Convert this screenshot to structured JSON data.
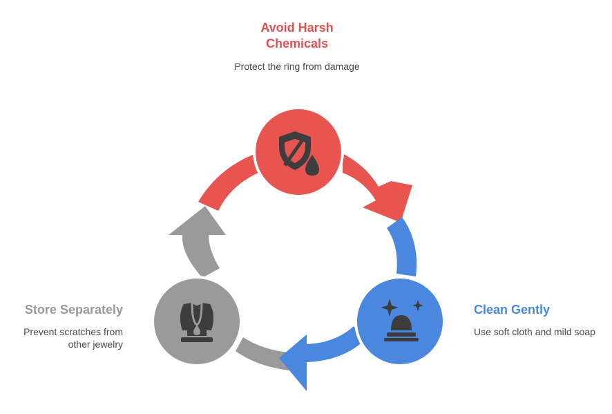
{
  "steps": [
    {
      "id": "avoid",
      "title": "Avoid Harsh Chemicals",
      "description": "Protect the ring from damage",
      "color": "#e85550",
      "icon": "shield-droplet-icon"
    },
    {
      "id": "clean",
      "title": "Clean Gently",
      "description": "Use soft cloth and mild soap",
      "color": "#4a88e0",
      "icon": "sparkle-cleaning-icon"
    },
    {
      "id": "store",
      "title": "Store Separately",
      "description": "Prevent scratches from other jewelry",
      "color": "#9a9a9a",
      "icon": "necklace-display-icon"
    }
  ],
  "colors": {
    "red": "#e85550",
    "blue": "#4a88e0",
    "gray": "#9a9a9a",
    "icon": "#3d3d3d",
    "text": "#4a4a4a"
  }
}
